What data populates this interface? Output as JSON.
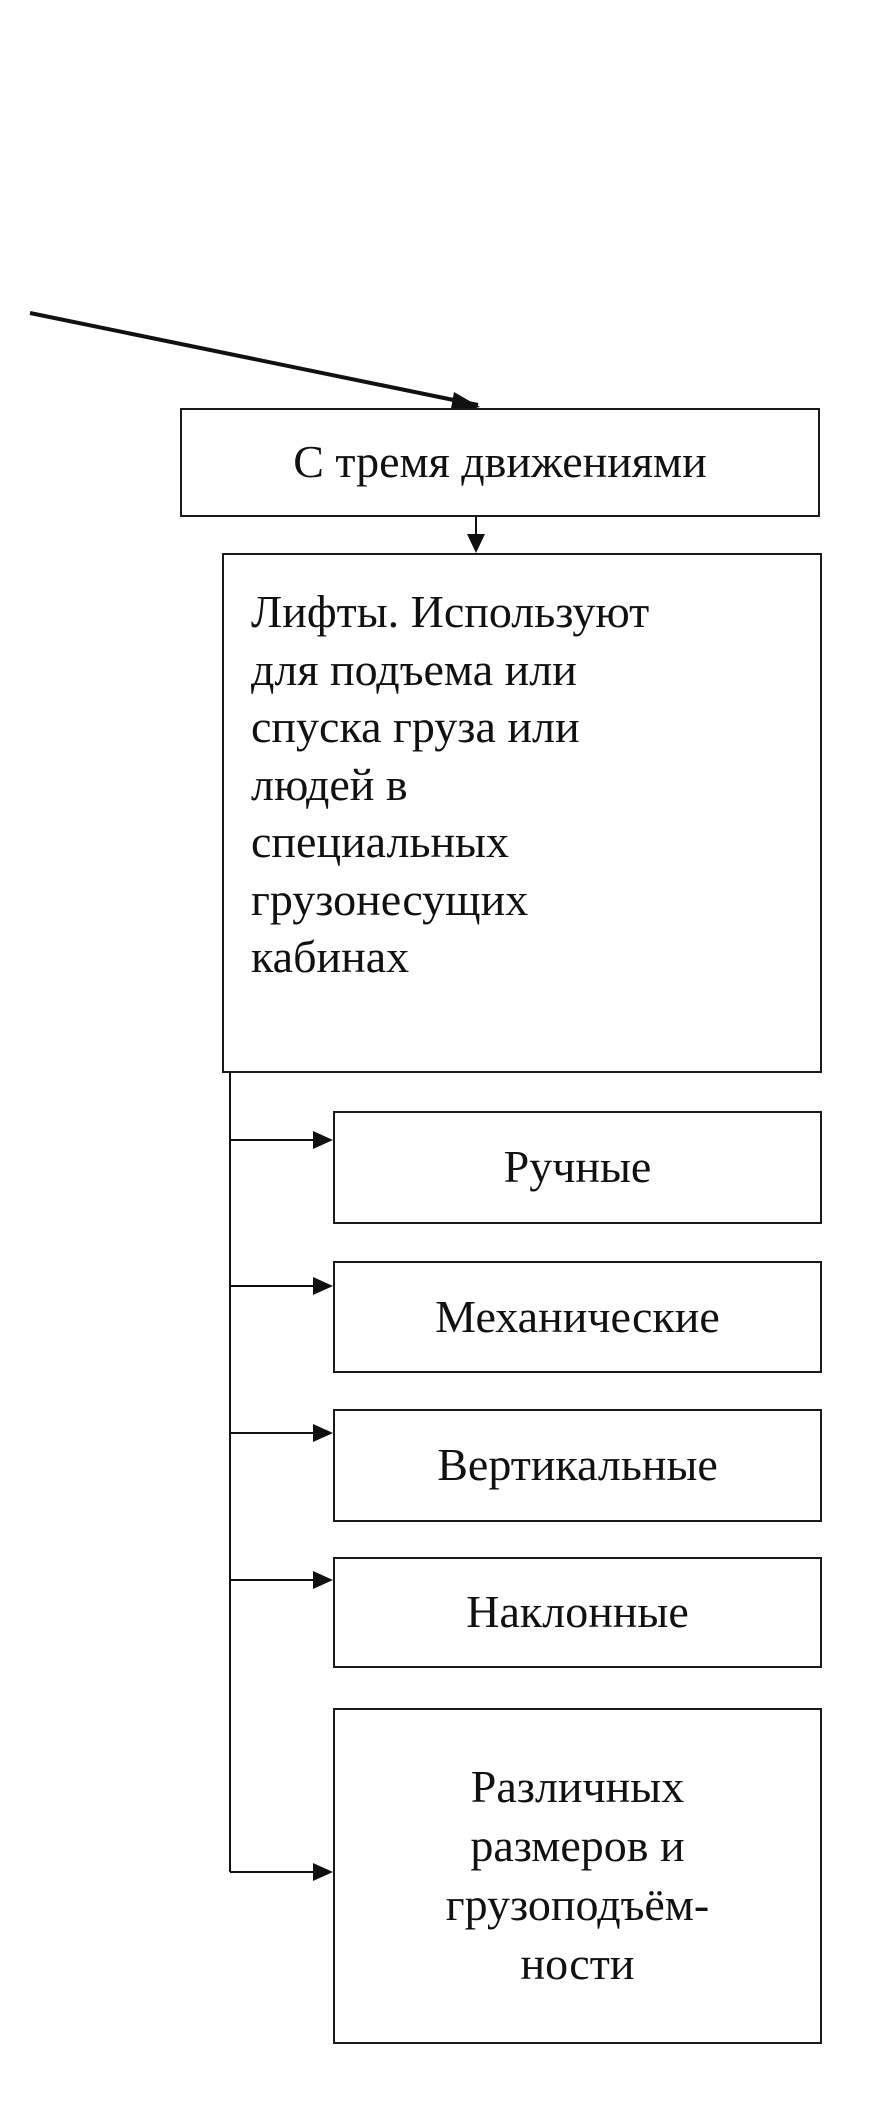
{
  "diagram": {
    "title_box": "С тремя движениями",
    "main_box": [
      "Лифты. Используют",
      "для подъема или",
      "спуска груза или",
      "людей в",
      "специальных",
      "грузонесущих",
      "кабинах"
    ],
    "types": {
      "manual": "Ручные",
      "mechanical": "Механические",
      "vertical": "Вертикальные",
      "inclined": "Наклонные",
      "sizes": [
        "Различных",
        "размеров и",
        "грузоподъём-",
        "ности"
      ]
    }
  }
}
